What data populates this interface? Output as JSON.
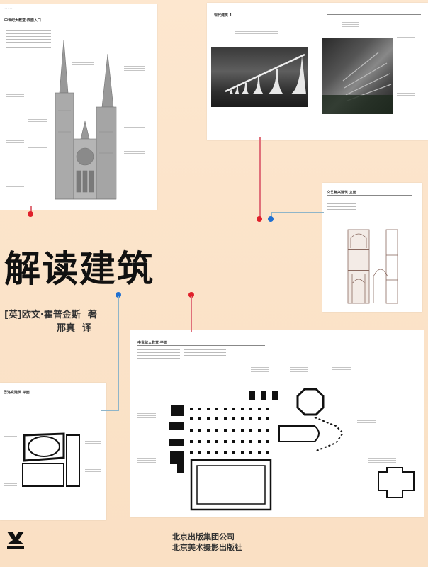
{
  "cover": {
    "title": "解读建筑",
    "author": "[英]欧文·霍普金斯",
    "author_role": "著",
    "translator": "邢真",
    "translator_role": "译",
    "publisher_group": "北京出版集团公司",
    "publisher": "北京美术摄影出版社",
    "logo_icon": "publisher-k-logo-icon",
    "colors": {
      "background": "#fbe4cb",
      "accent_red": "#e0202a",
      "accent_blue": "#1f6fd1",
      "title_text": "#111111"
    }
  },
  "pages": [
    {
      "id": "gothic-cathedral-elevation",
      "header": "中世纪大教堂·西面入口",
      "subject": "cathedral-facade-drawing"
    },
    {
      "id": "modern-architecture-photos",
      "header": "现代建筑 1",
      "subject": "modernist-building-photos"
    },
    {
      "id": "renaissance-elevation",
      "header": "文艺复兴建筑 立面",
      "subject": "arcade-elevation-section-drawing"
    },
    {
      "id": "cathedral-plan",
      "header": "中世纪大教堂·平面",
      "subject": "cathedral-floor-plan"
    },
    {
      "id": "baroque-plan",
      "header": "巴洛克建筑 平面",
      "subject": "building-floor-plan"
    }
  ]
}
